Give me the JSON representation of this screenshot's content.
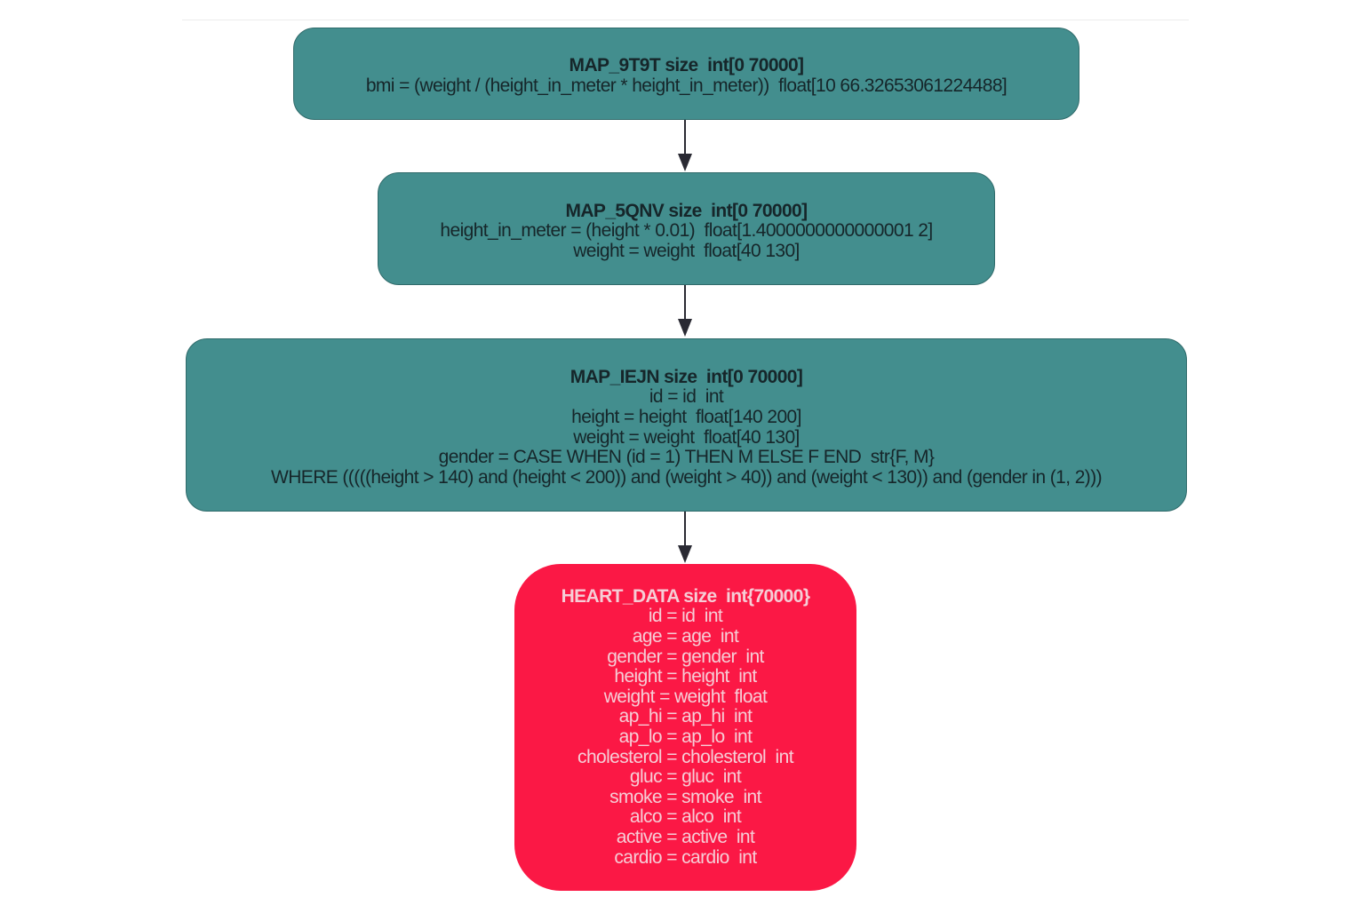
{
  "nodes": [
    {
      "title": "MAP_9T9T size  int[0 70000]",
      "lines": [
        "bmi = (weight / (height_in_meter * height_in_meter))  float[10 66.32653061224488]"
      ]
    },
    {
      "title": "MAP_5QNV size  int[0 70000]",
      "lines": [
        "height_in_meter = (height * 0.01)  float[1.4000000000000001 2]",
        "weight = weight  float[40 130]"
      ]
    },
    {
      "title": "MAP_IEJN size  int[0 70000]",
      "lines": [
        "id = id  int",
        "height = height  float[140 200]",
        "weight = weight  float[40 130]",
        "gender = CASE WHEN (id = 1) THEN M ELSE F END  str{F, M}",
        "WHERE (((((height > 140) and (height < 200)) and (weight > 40)) and (weight < 130)) and (gender in (1, 2)))"
      ]
    },
    {
      "title": "HEART_DATA size  int{70000}",
      "lines": [
        "id = id  int",
        "age = age  int",
        "gender = gender  int",
        "height = height  int",
        "weight = weight  float",
        "ap_hi = ap_hi  int",
        "ap_lo = ap_lo  int",
        "cholesterol = cholesterol  int",
        "gluc = gluc  int",
        "smoke = smoke  int",
        "alco = alco  int",
        "active = active  int",
        "cardio = cardio  int"
      ]
    }
  ],
  "colors": {
    "map_node": "#438e8e",
    "source_node": "#fb1845",
    "edge": "#2a2a33"
  }
}
